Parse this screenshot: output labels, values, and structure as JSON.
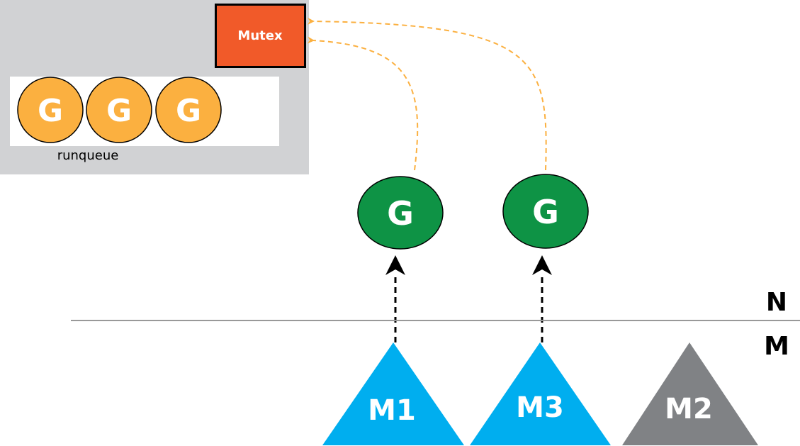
{
  "colors": {
    "processor_box": "#d1d2d4",
    "mutex": "#f15a29",
    "runqueue_goroutine": "#fbb040",
    "running_goroutine": "#0e9345",
    "active_thread": "#00aeef",
    "idle_thread": "#808285",
    "wait_arrow": "#fbb040"
  },
  "mutex": {
    "label": "Mutex"
  },
  "runqueue": {
    "label": "runqueue",
    "goroutines": [
      {
        "label": "G"
      },
      {
        "label": "G"
      },
      {
        "label": "G"
      }
    ]
  },
  "running_goroutines": [
    {
      "label": "G"
    },
    {
      "label": "G"
    }
  ],
  "divider": {
    "top_label": "N",
    "bottom_label": "M"
  },
  "threads": [
    {
      "label": "M1",
      "state": "active"
    },
    {
      "label": "M3",
      "state": "active"
    },
    {
      "label": "M2",
      "state": "idle"
    }
  ]
}
